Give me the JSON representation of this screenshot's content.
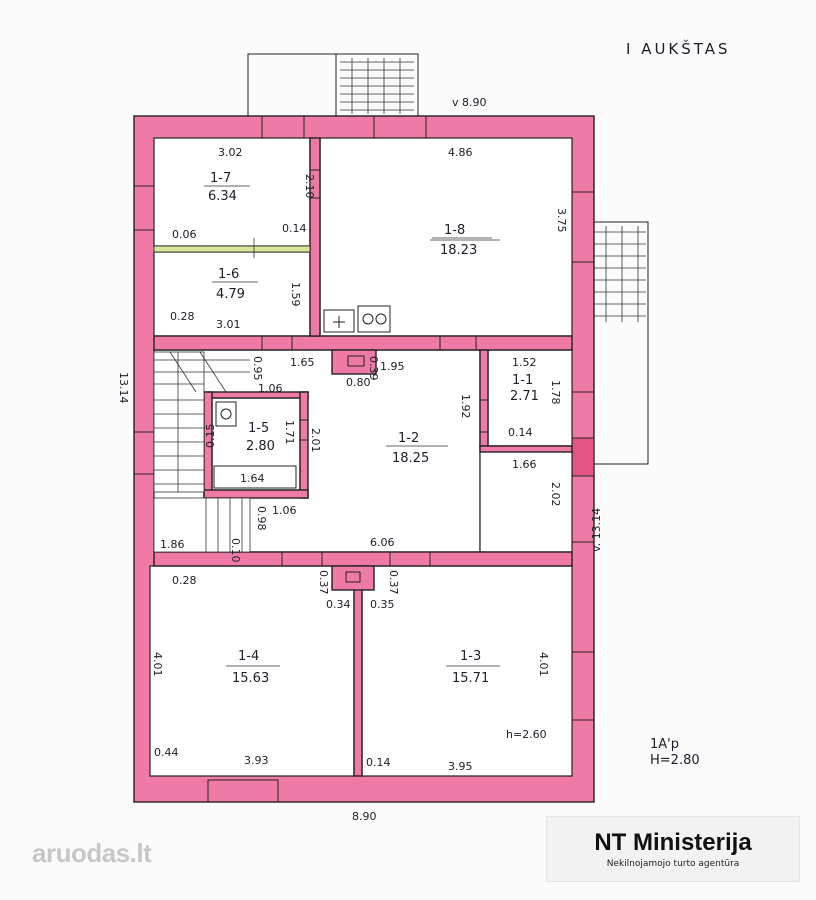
{
  "header": {
    "floor_title": "I  AUKŠTAS"
  },
  "rooms": [
    {
      "id": "1-7",
      "area": "6.34"
    },
    {
      "id": "1-8",
      "area": "18.23"
    },
    {
      "id": "1-6",
      "area": "4.79"
    },
    {
      "id": "1-1",
      "area": "2.71"
    },
    {
      "id": "1-5",
      "area": "2.80"
    },
    {
      "id": "1-2",
      "area": "18.25"
    },
    {
      "id": "1-4",
      "area": "15.63"
    },
    {
      "id": "1-3",
      "area": "15.71"
    }
  ],
  "dimensions": {
    "top_total": "v 8.90",
    "bottom_total": "8.90",
    "left_total": "13.14",
    "right_total": "v. 13.14",
    "d_302": "3.02",
    "d_486": "4.86",
    "d_210": "2.10",
    "d_375": "3.75",
    "d_006": "0.06",
    "d_014a": "0.14",
    "d_159": "1.59",
    "d_028a": "0.28",
    "d_301": "3.01",
    "d_095": "0.95",
    "d_165": "1.65",
    "d_080": "0.80",
    "d_039": "0.39",
    "d_195": "1.95",
    "d_152": "1.52",
    "d_192": "1.92",
    "d_178": "1.78",
    "d_106a": "1.06",
    "d_171": "1.71",
    "d_201": "2.01",
    "d_015": "0.15",
    "d_164": "1.64",
    "d_014b": "0.14",
    "d_166": "1.66",
    "d_202": "2.02",
    "d_098": "0.98",
    "d_106b": "1.06",
    "d_186": "1.86",
    "d_010": "0.10",
    "d_606": "6.06",
    "d_028b": "0.28",
    "d_037a": "0.37",
    "d_037b": "0.37",
    "d_034": "0.34",
    "d_035": "0.35",
    "d_401a": "4.01",
    "d_401b": "4.01",
    "d_044": "0.44",
    "d_393": "3.93",
    "d_014c": "0.14",
    "d_395": "3.95",
    "d_h260": "h=2.60"
  },
  "notes": {
    "aprs": "1A'p",
    "height": "H=2.80"
  },
  "watermark": {
    "text": "aruodas.lt"
  },
  "brand": {
    "name": "NT Ministerija",
    "tagline": "Nekilnojamojo turto agentūra"
  },
  "colors": {
    "wall": "#ef7aa7",
    "ink": "#1d1d2a",
    "paper": "#ffffff"
  }
}
